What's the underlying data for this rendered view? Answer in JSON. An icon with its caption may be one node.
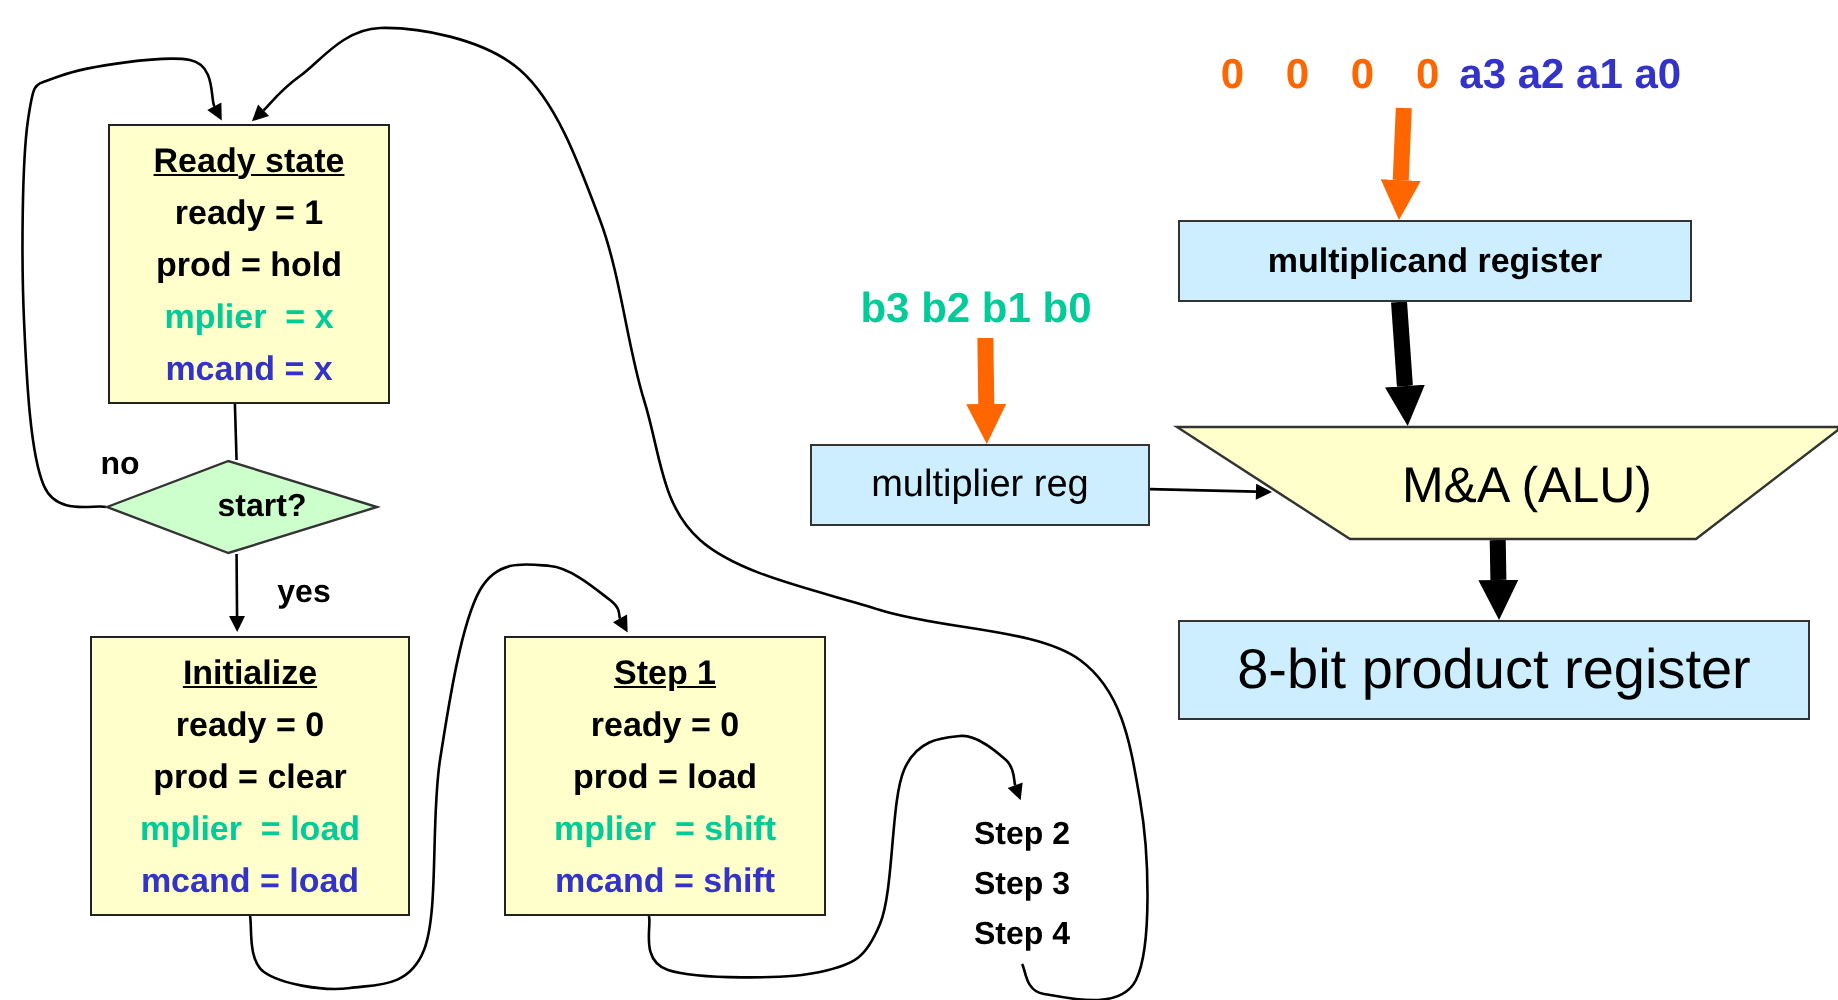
{
  "diagram": {
    "nodes": [
      {
        "text": [
          "Ready state",
          "ready = 1",
          "prod = hold",
          "mplier  = x",
          "mcand = x"
        ]
      },
      {
        "text": [
          "start?"
        ]
      },
      {
        "text": [
          "Initialize",
          "ready = 0",
          "prod = clear",
          "mplier  = load",
          "mcand = load"
        ]
      },
      {
        "text": [
          "Step 1",
          "ready = 0",
          "prod = load",
          "mplier  = shift",
          "mcand = shift"
        ]
      },
      {
        "text": [
          "Step 2",
          "Step 3",
          "Step 4"
        ]
      },
      {
        "text": [
          "0 0 0 0",
          "a3 a2 a1 a0"
        ]
      },
      {
        "text": [
          "multiplicand register"
        ]
      },
      {
        "text": [
          "b3 b2 b1 b0"
        ]
      },
      {
        "text": [
          "multiplier reg"
        ]
      },
      {
        "text": [
          "M&A (ALU)"
        ]
      },
      {
        "text": [
          "8-bit product register"
        ]
      }
    ],
    "edges": [
      {
        "from": 0,
        "to": 1,
        "arrow": "none"
      },
      {
        "from": 1,
        "to": 0,
        "arrow": "to",
        "label": "no"
      },
      {
        "from": 1,
        "to": 2,
        "arrow": "to",
        "label": "yes"
      },
      {
        "from": 2,
        "to": 3,
        "arrow": "to"
      },
      {
        "from": 3,
        "to": 4,
        "arrow": "to"
      },
      {
        "from": 4,
        "to": 0,
        "arrow": "to"
      },
      {
        "from": 5,
        "to": 6,
        "arrow": "to",
        "style": "thick",
        "color": "#ff6600"
      },
      {
        "from": 6,
        "to": 9,
        "arrow": "to",
        "style": "thick"
      },
      {
        "from": 7,
        "to": 8,
        "arrow": "to",
        "style": "thick",
        "color": "#ff6600"
      },
      {
        "from": 8,
        "to": 9,
        "arrow": "to"
      },
      {
        "from": 9,
        "to": 10,
        "arrow": "to",
        "style": "thick"
      }
    ]
  }
}
